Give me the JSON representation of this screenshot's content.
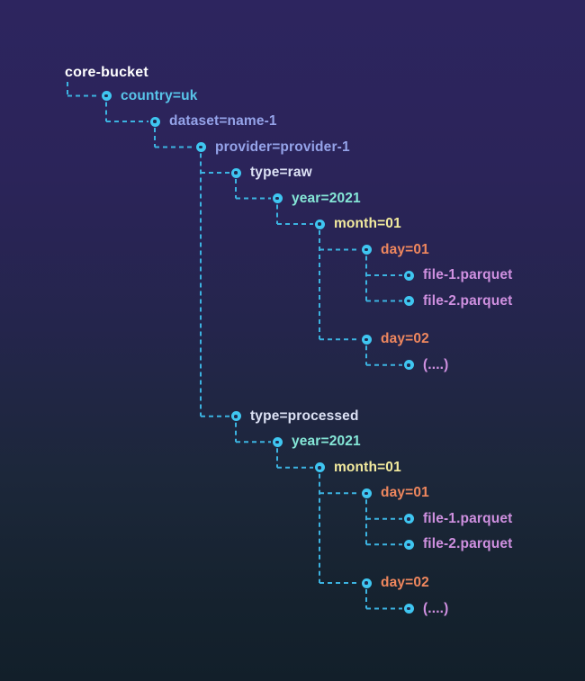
{
  "tree": {
    "label": "core-bucket",
    "level": "bucket",
    "children": [
      {
        "label": "country=uk",
        "level": "country",
        "children": [
          {
            "label": "dataset=name-1",
            "level": "dataset",
            "children": [
              {
                "label": "provider=provider-1",
                "level": "provider",
                "children": [
                  {
                    "label": "type=raw",
                    "level": "type",
                    "children": [
                      {
                        "label": "year=2021",
                        "level": "year",
                        "children": [
                          {
                            "label": "month=01",
                            "level": "month",
                            "children": [
                              {
                                "label": "day=01",
                                "level": "day",
                                "children": [
                                  {
                                    "label": "file-1.parquet",
                                    "level": "file"
                                  },
                                  {
                                    "label": "file-2.parquet",
                                    "level": "file"
                                  }
                                ]
                              },
                              {
                                "label": "day=02",
                                "level": "day",
                                "blank_before": 0.5,
                                "children": [
                                  {
                                    "label": "(....)",
                                    "level": "file"
                                  }
                                ]
                              }
                            ]
                          }
                        ]
                      }
                    ]
                  },
                  {
                    "label": "type=processed",
                    "level": "type",
                    "blank_before": 1,
                    "children": [
                      {
                        "label": "year=2021",
                        "level": "year",
                        "children": [
                          {
                            "label": "month=01",
                            "level": "month",
                            "children": [
                              {
                                "label": "day=01",
                                "level": "day",
                                "children": [
                                  {
                                    "label": "file-1.parquet",
                                    "level": "file"
                                  },
                                  {
                                    "label": "file-2.parquet",
                                    "level": "file"
                                  }
                                ]
                              },
                              {
                                "label": "day=02",
                                "level": "day",
                                "blank_before": 0.5,
                                "children": [
                                  {
                                    "label": "(....)",
                                    "level": "file"
                                  }
                                ]
                              }
                            ]
                          }
                        ]
                      }
                    ]
                  }
                ]
              }
            ]
          }
        ]
      }
    ]
  },
  "palette": {
    "bucket": "#ffffff",
    "country": "#58c4e9",
    "dataset": "#95a3e9",
    "provider": "#95a3e9",
    "type": "#dce1f4",
    "year": "#85e7d7",
    "month": "#f3eb9e",
    "day": "#ef875e",
    "file": "#cf90e0",
    "line": "#3cb3e1",
    "icon_fill": "#3fc6f1",
    "icon_dot": "#20294d"
  }
}
